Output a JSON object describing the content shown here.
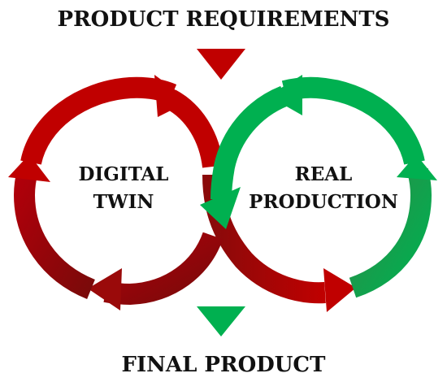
{
  "diagram": {
    "top_label": "PRODUCT REQUIREMENTS",
    "bottom_label": "FINAL PRODUCT",
    "left_loop": {
      "line1": "DIGITAL",
      "line2": "TWIN"
    },
    "right_loop": {
      "line1": "REAL",
      "line2": "PRODUCTION"
    }
  },
  "colors": {
    "red": "#c00000",
    "dark_red": "#7a0a0a",
    "green": "#00b050",
    "dark_green": "#3d7a4a",
    "text": "#111111"
  },
  "icons": {
    "top": "triangle-down-red",
    "bottom": "triangle-down-green"
  }
}
